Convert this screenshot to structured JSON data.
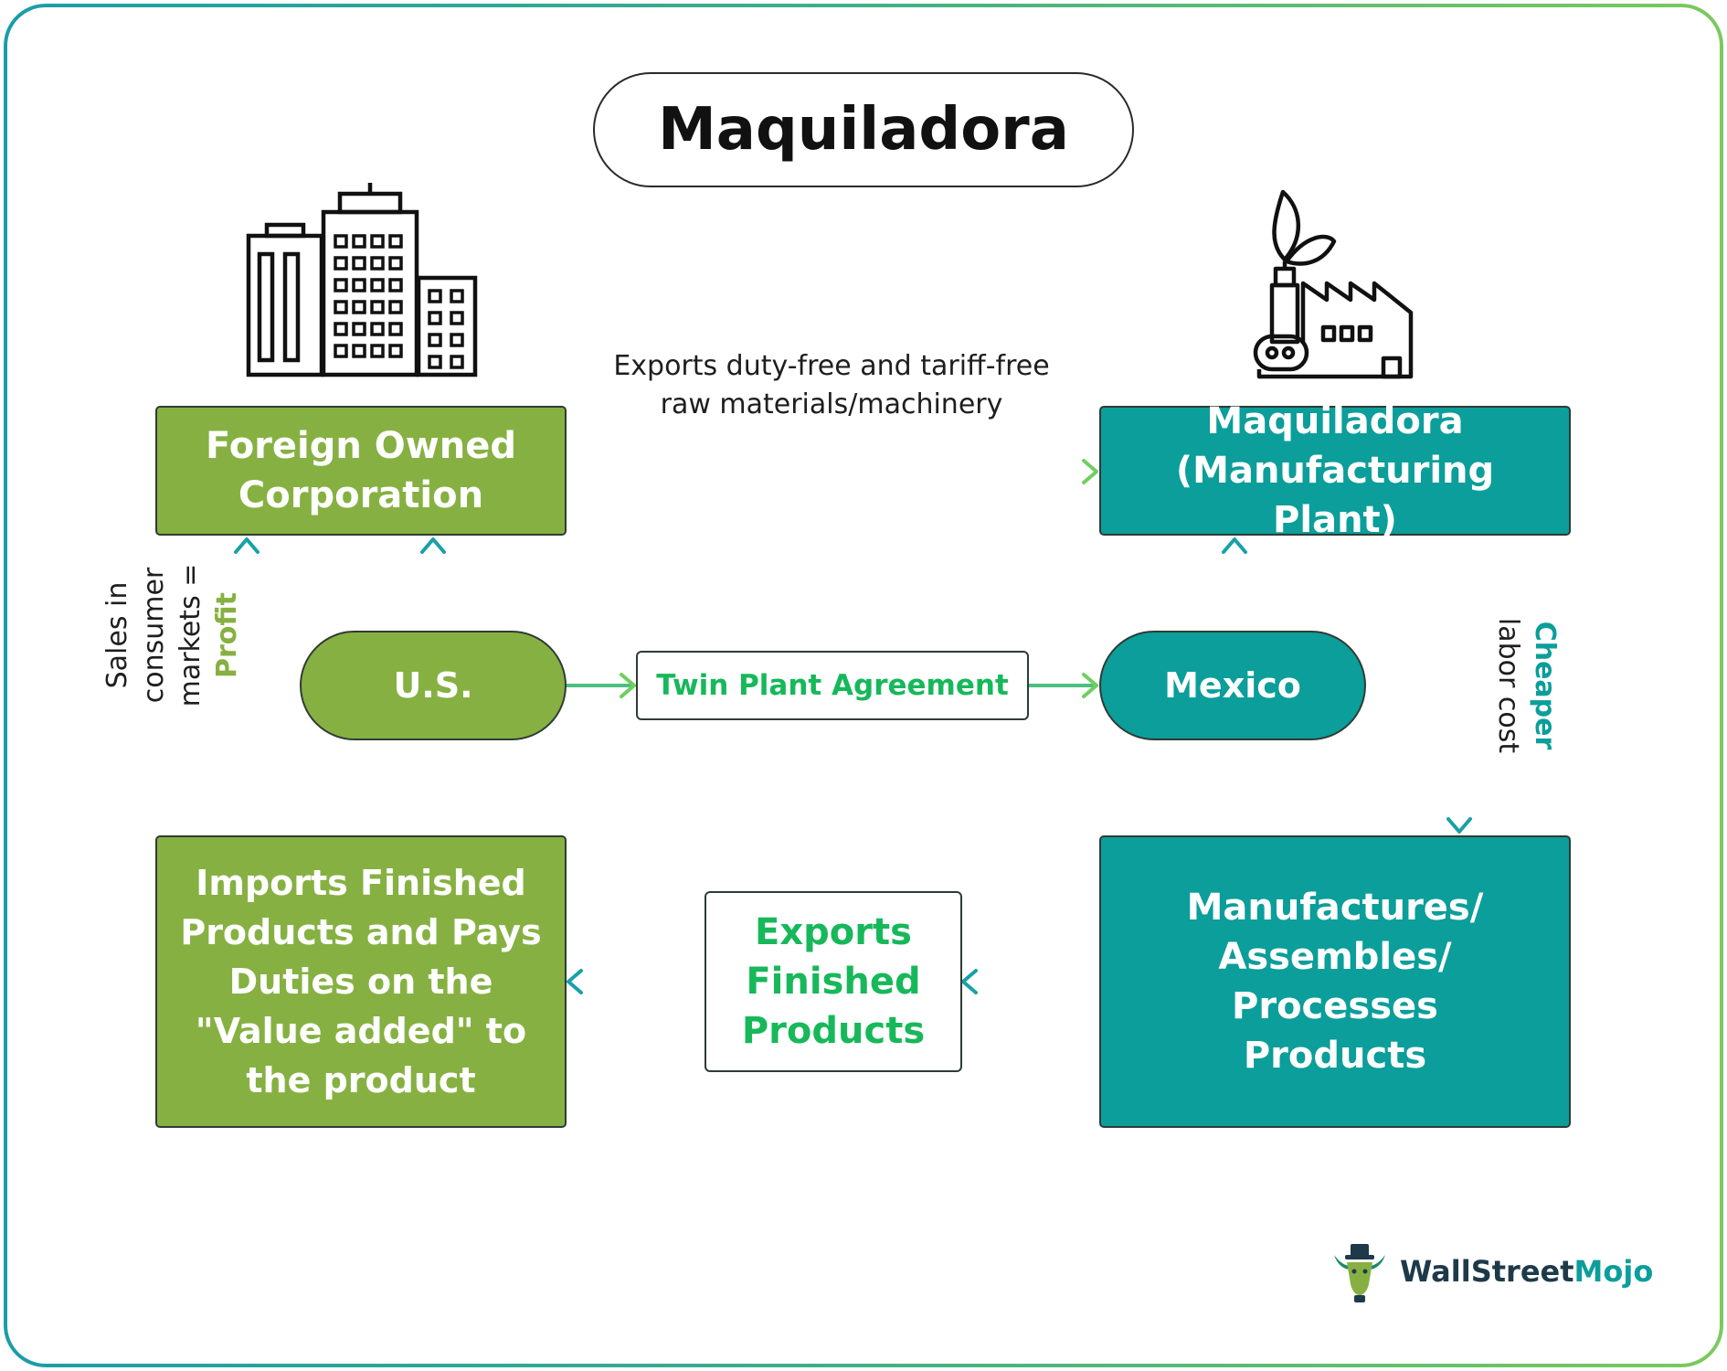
{
  "title": "Maquiladora",
  "nodes": {
    "foreign_corp": "Foreign Owned Corporation",
    "maquiladora_plant": "Maquiladora (Manufacturing Plant)",
    "us": "U.S.",
    "mexico": "Mexico",
    "twin_plant": "Twin Plant Agreement",
    "imports": "Imports Finished Products and Pays Duties on the \"Value added\" to the product",
    "manufactures": "Manufactures/ Assembles/ Processes Products",
    "exports_finished": "Exports Finished Products"
  },
  "edge_labels": {
    "exports_duty_free": "Exports duty-free and tariff-free raw materials/machinery",
    "sales_text": "Sales in consumer markets =",
    "sales_profit": "Profit",
    "cheaper": "Cheaper",
    "labor_cost": "labor cost"
  },
  "colors": {
    "green": "#86b142",
    "teal": "#0b9e9a",
    "accent_green_text": "#17b85a"
  },
  "icons": [
    "office-buildings-icon",
    "factory-icon",
    "bull-logo-icon"
  ],
  "logo": {
    "part1": "WallStreet",
    "part2": "Mojo"
  }
}
